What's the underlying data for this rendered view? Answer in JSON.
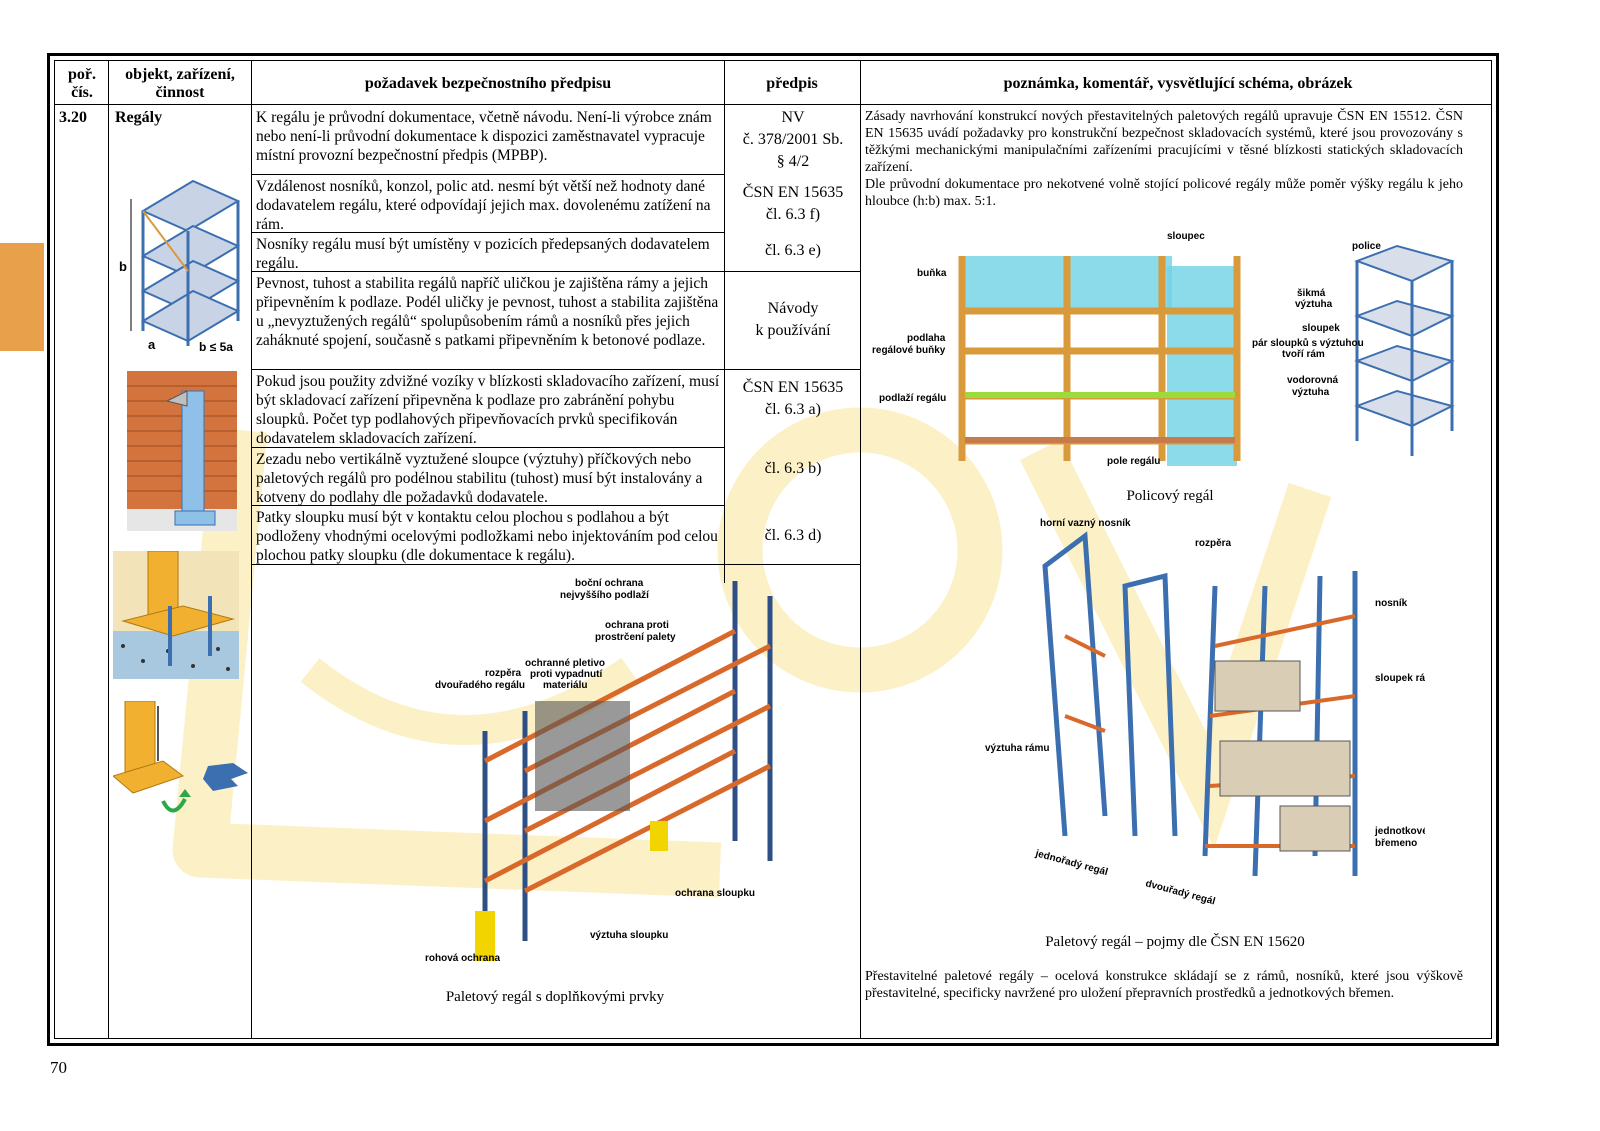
{
  "page_number": "70",
  "header": {
    "col1": "poř. čís.",
    "col2": "objekt, zařízení, činnost",
    "col3": "požadavek bezpečnostního předpisu",
    "col4": "předpis",
    "col5": "poznámka, komentář, vysvětlující schéma, obrázek"
  },
  "row": {
    "number": "3.20",
    "object": "Regály",
    "requirements": [
      {
        "text": "K regálu je průvodní dokumentace, včetně návodu. Není-li výrobce znám nebo není-li průvodní dokumentace k dispozici zaměstnavatel vypracuje místní provozní bezpečnostní předpis (MPBP).",
        "predpis": [
          "NV",
          "č. 378/2001 Sb.",
          "§ 4/2"
        ]
      },
      {
        "text": "Vzdálenost nosníků, konzol, polic atd. nesmí být větší než hodnoty dané dodavatelem regálu, které odpovídají jejich max. dovolenému zatížení na rám.",
        "predpis": [
          "ČSN EN 15635",
          "čl. 6.3 f)"
        ]
      },
      {
        "text": "Nosníky regálu musí být umístěny v pozicích předepsaných dodavatelem regálu.",
        "predpis": [
          "čl. 6.3 e)"
        ]
      },
      {
        "text": "Pevnost, tuhost a stabilita regálů napříč uličkou je zajištěna rámy a jejich připevněním k podlaze. Podél uličky je pevnost, tuhost a stabilita zajištěna u „nevyztužených regálů“ spolupůsobením rámů a nosníků přes jejich zaháknuté spojení, současně s patkami připevněním k betonové podlaze.",
        "predpis": [
          "Návody",
          "k používání"
        ]
      },
      {
        "text": "Pokud jsou použity zdvižné vozíky v blízkosti skladovacího zařízení, musí být skladovací zařízení připevněna k podlaze pro zabránění pohybu sloupků. Počet typ podlahových připevňovacích prvků specifikován dodavatelem skladovacích zařízení.",
        "predpis": [
          "ČSN EN 15635",
          "čl. 6.3 a)"
        ]
      },
      {
        "text": "Zezadu nebo vertikálně vyztužené sloupce (výztuhy) příčkových nebo paletových regálů pro podélnou stabilitu (tuhost) musí být instalovány a kotveny do podlahy dle požadavků dodavatele.",
        "predpis": [
          "čl. 6.3 b)"
        ]
      },
      {
        "text": "Patky sloupku musí být v kontaktu celou plochou s podlahou a být podloženy vhodnými ocelovými podložkami nebo injektováním pod celou plochou patky sloupku (dle dokumentace k regálu).",
        "predpis": [
          "čl. 6.3 d)"
        ]
      }
    ],
    "notes": {
      "p1": "Zásady navrhování konstrukcí nových přestavitelných paletových regálů upravuje ČSN EN 15512. ČSN EN 15635 uvádí požadavky pro konstrukční bezpečnost skladovacích systémů, které jsou provozovány s těžkými mechanickými manipulačními zařízeními pracujícími v těsné blízkosti statických skladovacích zařízení.",
      "p2": "Dle průvodní dokumentace pro nekotvené volně stojící policové regály může poměr výšky regálu k jeho hloubce (h:b) max. 5:1.",
      "p3": "Přestavitelné paletové regály – ocelová konstrukce skládají se z rámů, nosníků, které jsou výškově přestavitelné, specificky navržené pro uložení přepravních prostředků a jednotkových břemen."
    },
    "captions": {
      "shelf": "Policový regál",
      "pallet_terms": "Paletový regál – pojmy dle ČSN EN 15620",
      "pallet_extra": "Paletový regál s doplňkovými prvky"
    },
    "small_rack_labels": {
      "b": "b",
      "a": "a",
      "ratio": "b ≤ 5a"
    },
    "shelf_labels": {
      "sloupec": "sloupec",
      "bunka": "buňka",
      "podlaha_bunky": "podlaha",
      "podlaha_bunky2": "regálové buňky",
      "podlazi": "podlaží regálu",
      "pole": "pole regálu",
      "police": "police",
      "sikma1": "šikmá",
      "sikma2": "výztuha",
      "sloupek": "sloupek",
      "par1": "pár sloupků s výztuhou",
      "par2": "tvoří rám",
      "vodorovna1": "vodorovná",
      "vodorovna2": "výztuha"
    },
    "pallet_labels": {
      "horni": "horní vazný nosník",
      "rozpera": "rozpěra",
      "nosnik": "nosník",
      "sloupek_ramu": "sloupek rámu",
      "vyztuha_ramu": "výztuha rámu",
      "jednotkove1": "jednotkové",
      "jednotkove2": "břemeno",
      "jednoradny": "jednořadý regál",
      "dvouradny": "dvouřadý regál"
    },
    "extra_labels": {
      "bocni1": "boční ochrana",
      "bocni2": "nejvyššího podlaží",
      "prostreni1": "ochrana proti",
      "prostreni2": "prostrčení palety",
      "pletivo1": "ochranné pletivo",
      "pletivo2": "proti vypadnutí",
      "pletivo3": "materiálu",
      "rozpera1": "rozpěra",
      "rozpera2": "dvouřadého regálu",
      "ochrana_sloupku": "ochrana sloupku",
      "vyztuha_sloupku": "výztuha sloupku",
      "rohova": "rohová ochrana"
    }
  },
  "colors": {
    "tab": "#e8a04a",
    "rack_blue": "#3b6fb0",
    "rack_orange": "#d9692b",
    "shelf_wood": "#d99a3b",
    "cyan": "#6fd2e6"
  }
}
